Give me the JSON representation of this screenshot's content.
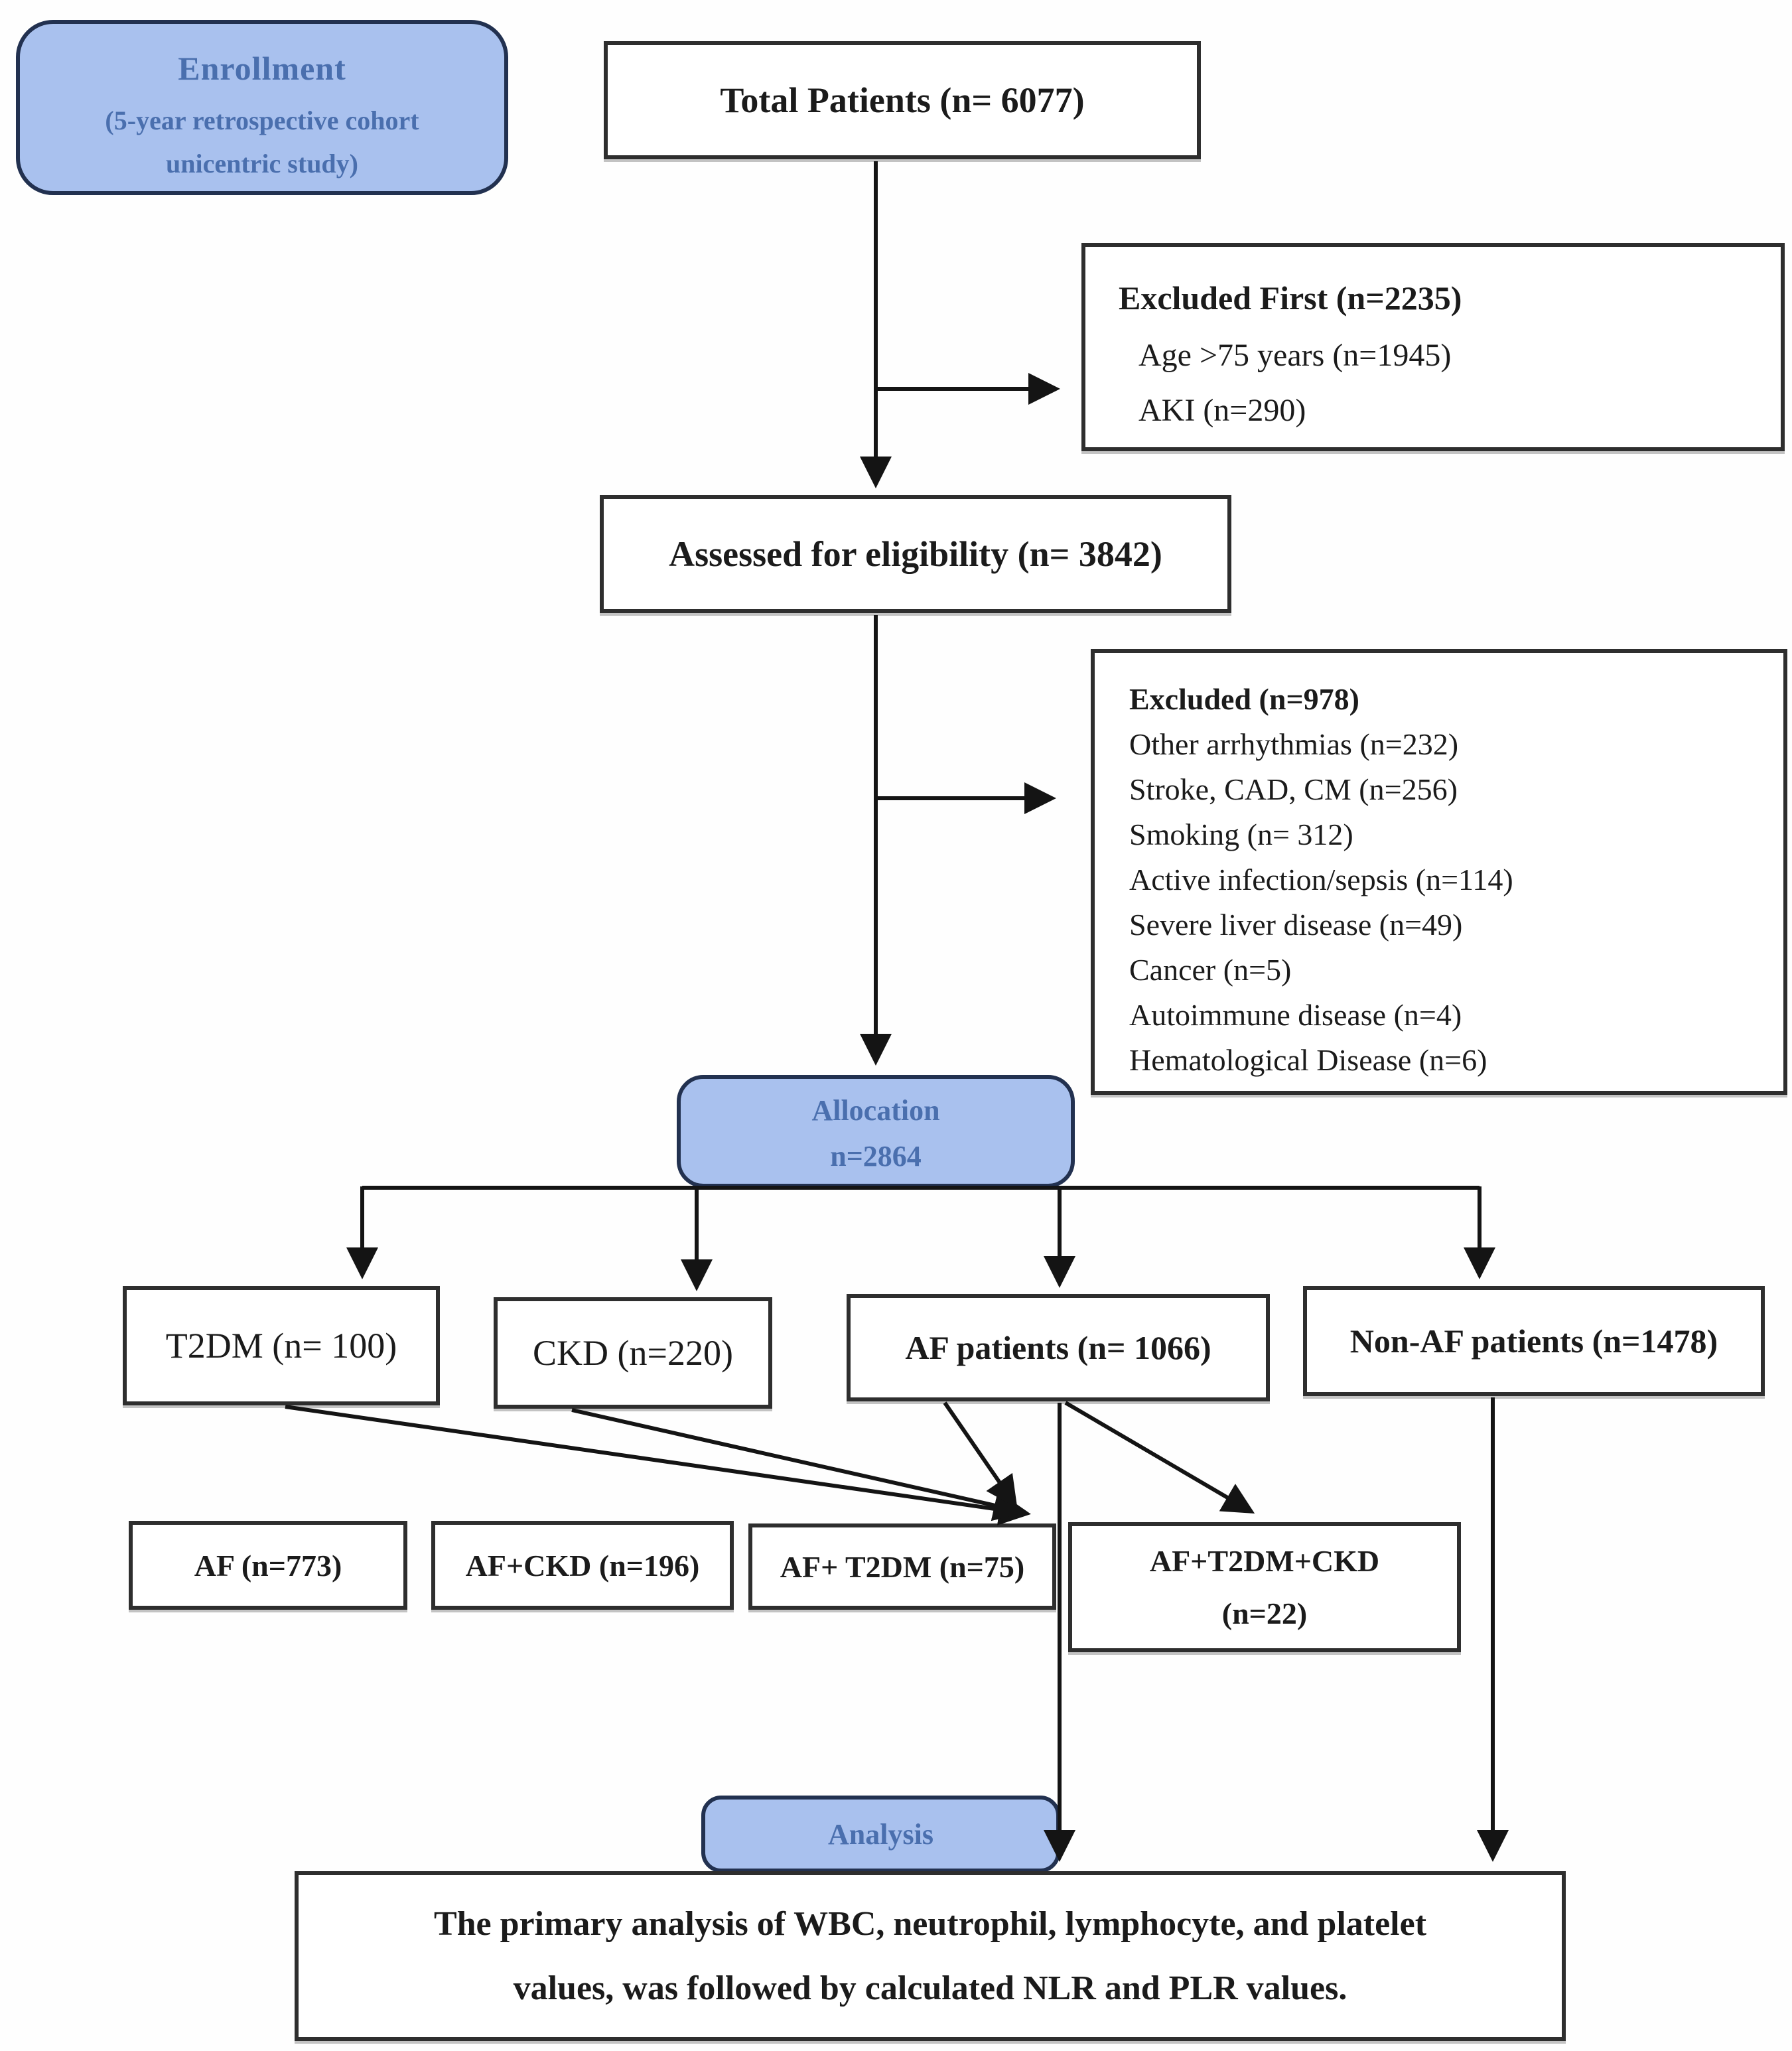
{
  "enrollment": {
    "title": "Enrollment",
    "subtitle_line1": "(5-year retrospective cohort",
    "subtitle_line2": "unicentric study)"
  },
  "total": {
    "label": "Total Patients (n= 6077)"
  },
  "excluded_first": {
    "title": "Excluded First (n=2235)",
    "items": [
      "Age >75 years (n=1945)",
      "AKI (n=290)"
    ]
  },
  "assessed": {
    "label": "Assessed for eligibility (n= 3842)"
  },
  "excluded_second": {
    "title": "Excluded (n=978)",
    "items": [
      "Other arrhythmias (n=232)",
      "Stroke, CAD, CM (n=256)",
      "Smoking (n= 312)",
      "Active infection/sepsis (n=114)",
      "Severe liver disease (n=49)",
      "Cancer (n=5)",
      "Autoimmune disease (n=4)",
      "Hematological Disease (n=6)"
    ]
  },
  "allocation": {
    "title": "Allocation",
    "n_label": "n=2864"
  },
  "groups": [
    {
      "label": "T2DM (n= 100)"
    },
    {
      "label": "CKD (n=220)"
    },
    {
      "label": "AF patients (n= 1066)"
    },
    {
      "label": "Non-AF patients (n=1478)"
    }
  ],
  "subgroups": [
    {
      "label": "AF (n=773)"
    },
    {
      "label": "AF+CKD (n=196)"
    },
    {
      "label": "AF+ T2DM (n=75)"
    },
    {
      "line1": "AF+T2DM+CKD",
      "line2": "(n=22)"
    }
  ],
  "analysis": {
    "title": "Analysis"
  },
  "final": {
    "line1": "The primary analysis of WBC, neutrophil, lymphocyte, and platelet",
    "line2": "values, was followed by calculated NLR and PLR values."
  },
  "colors": {
    "blue_fill": "#a9c1ee",
    "blue_border": "#223150",
    "blue_text": "#4a6fae",
    "line_color": "#141414",
    "white_box_border": "#2e2e2e"
  }
}
